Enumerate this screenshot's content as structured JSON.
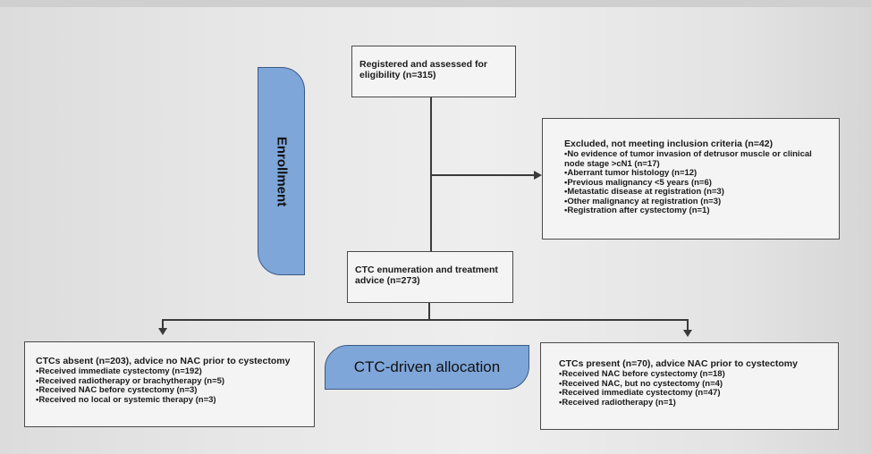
{
  "flowchart": {
    "enrollment_label": "Enrollment",
    "allocation_label": "CTC-driven allocation",
    "registered": {
      "text": "Registered and assessed for eligibility (n=315)"
    },
    "excluded": {
      "title": "Excluded, not meeting inclusion criteria (n=42)",
      "items": [
        "No evidence of tumor invasion of detrusor muscle or clinical node stage >cN1 (n=17)",
        "Aberrant tumor histology (n=12)",
        "Previous malignancy <5 years (n=6)",
        "Metastatic disease at registration (n=3)",
        "Other malignancy at registration (n=3)",
        "Registration after cystectomy (n=1)"
      ]
    },
    "enumeration": {
      "text": "CTC enumeration and treatment advice (n=273)"
    },
    "ctc_absent": {
      "title": "CTCs absent (n=203), advice no NAC prior to cystectomy",
      "items": [
        "Received immediate cystectomy (n=192)",
        "Received radiotherapy or brachytherapy (n=5)",
        "Received NAC before cystectomy (n=3)",
        "Received no local or systemic therapy (n=3)"
      ]
    },
    "ctc_present": {
      "title": "CTCs present (n=70), advice NAC prior to cystectomy",
      "items": [
        "Received NAC before cystectomy (n=18)",
        "Received NAC, but no cystectomy (n=4)",
        "Received immediate cystectomy (n=47)",
        "Received radiotherapy (n=1)"
      ]
    }
  }
}
